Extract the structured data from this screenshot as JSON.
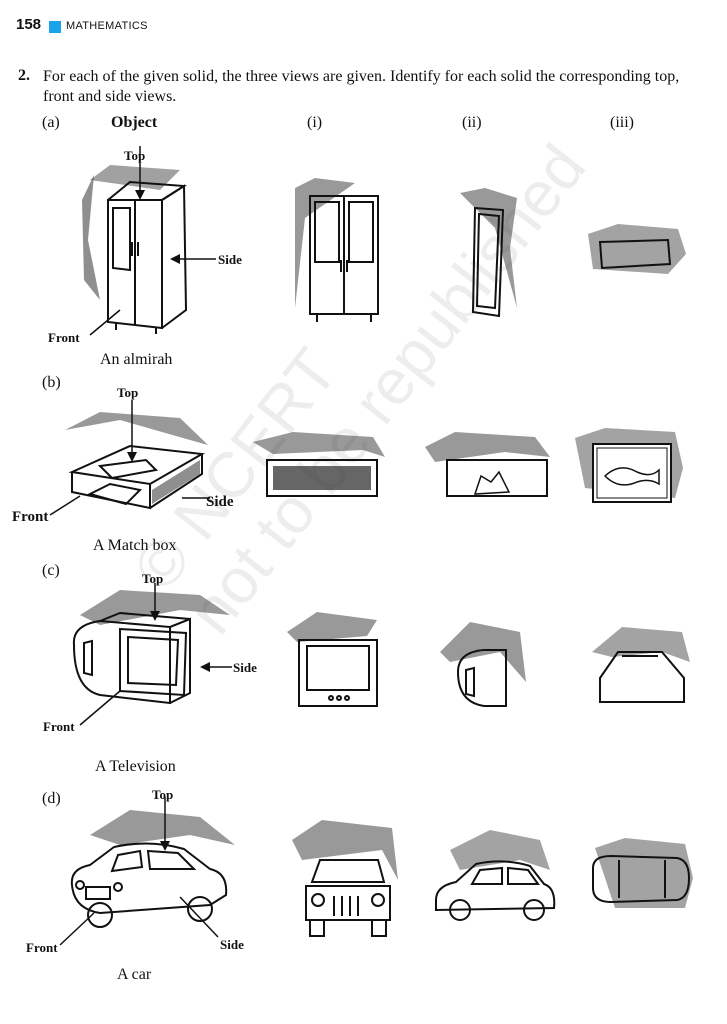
{
  "header": {
    "page_number": "158",
    "title": "MATHEMATICS"
  },
  "question": {
    "number": "2.",
    "text": "For each of the given solid, the three views are given. Identify for each solid the corresponding top, front and side views."
  },
  "columns": {
    "part": "(a)",
    "object": "Object",
    "v1": "(i)",
    "v2": "(ii)",
    "v3": "(iii)"
  },
  "rows": [
    {
      "label": "(a)",
      "caption": "An almirah",
      "top": "Top",
      "front": "Front",
      "side": "Side"
    },
    {
      "label": "(b)",
      "caption": "A Match box",
      "top": "Top",
      "front": "Front",
      "side": "Side"
    },
    {
      "label": "(c)",
      "caption": "A Television",
      "top": "Top",
      "front": "Front",
      "side": "Side"
    },
    {
      "label": "(d)",
      "caption": "A car",
      "top": "Top",
      "front": "Front",
      "side": "Side"
    }
  ],
  "watermark": {
    "line1": "© NCERT",
    "line2": "not to be republished"
  },
  "colors": {
    "header_square": "#1aa3e8",
    "ink": "#111111"
  }
}
